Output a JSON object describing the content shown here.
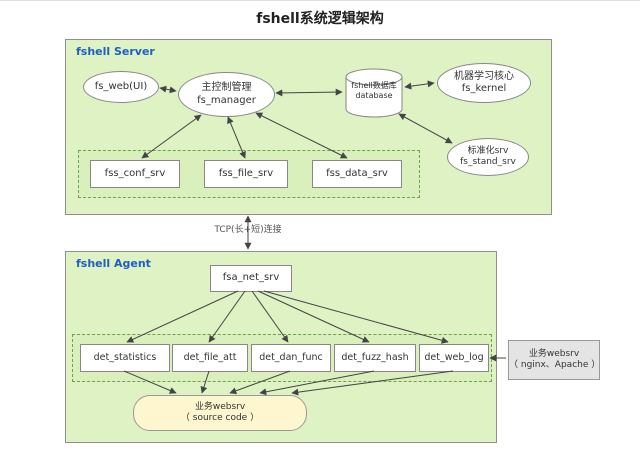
{
  "title": "fshell系统逻辑架构",
  "server": {
    "label": "fshell Server",
    "fs_web": {
      "label": "fs_web(UI)"
    },
    "fs_manager": {
      "line1": "主控制管理",
      "line2": "fs_manager"
    },
    "database": {
      "line1": "fshell数据库",
      "line2": "database"
    },
    "fs_kernel": {
      "line1": "机器学习核心",
      "line2": "fs_kernel"
    },
    "fs_stand": {
      "line1": "标准化srv",
      "line2": "fs_stand_srv"
    },
    "fss_conf": {
      "label": "fss_conf_srv"
    },
    "fss_file": {
      "label": "fss_file_srv"
    },
    "fss_data": {
      "label": "fss_data_srv"
    }
  },
  "link": {
    "label": "TCP(长+短)连接"
  },
  "agent": {
    "label": "fshell Agent",
    "fsa_net": {
      "label": "fsa_net_srv"
    },
    "det_statistics": {
      "label": "det_statistics"
    },
    "det_file_att": {
      "label": "det_file_att"
    },
    "det_dan_func": {
      "label": "det_dan_func"
    },
    "det_fuzz_hash": {
      "label": "det_fuzz_hash"
    },
    "det_web_log": {
      "label": "det_web_log"
    },
    "websrv_source": {
      "line1": "业务websrv",
      "line2": "（ source code ）"
    }
  },
  "external_websrv": {
    "line1": "业务websrv",
    "line2": "（ nginx、Apache ）"
  }
}
